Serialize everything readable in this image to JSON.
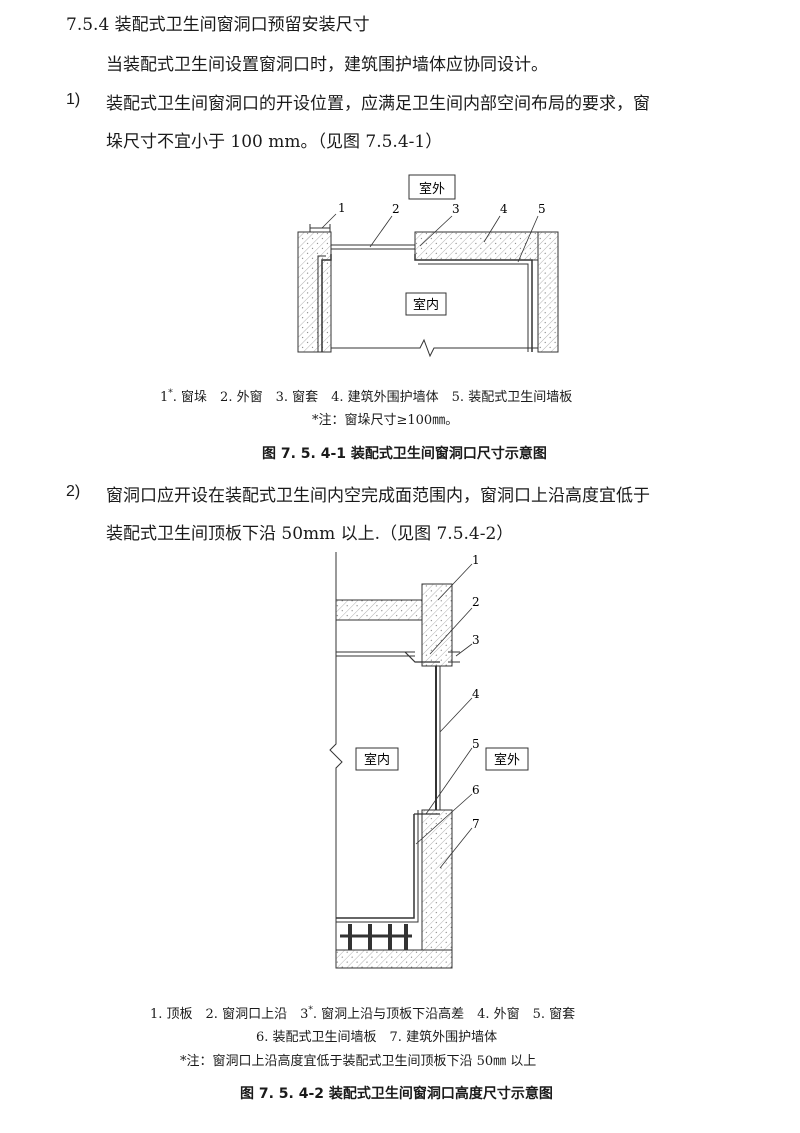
{
  "section": {
    "heading": "7.5.4 装配式卫生间窗洞口预留安装尺寸",
    "intro": "当装配式卫生间设置窗洞口时，建筑围护墙体应协同设计。"
  },
  "item1": {
    "num": "1)",
    "line1": "装配式卫生间窗洞口的开设位置，应满足卫生间内部空间布局的要求，窗",
    "line2": "垛尺寸不宜小于 100 mm。（见图 7.5.4-1）"
  },
  "fig1": {
    "label_outside": "室外",
    "label_inside": "室内",
    "callouts": [
      "1",
      "2",
      "3",
      "4",
      "5"
    ],
    "legend_prefix": "1",
    "legend_star": "*",
    "legend_rest": ". 窗垛　2. 外窗　3. 窗套　4. 建筑外围护墙体　5. 装配式卫生间墙板",
    "note": "*注：窗垛尺寸≥100㎜。",
    "caption": "图 7. 5. 4-1  装配式卫生间窗洞口尺寸示意图"
  },
  "item2": {
    "num": "2)",
    "line1": "窗洞口应开设在装配式卫生间内空完成面范围内，窗洞口上沿高度宜低于",
    "line2": "装配式卫生间顶板下沿 50mm 以上.（见图 7.5.4-2）"
  },
  "fig2": {
    "label_inside": "室内",
    "label_outside": "室外",
    "callouts": [
      "1",
      "2",
      "3",
      "4",
      "5",
      "6",
      "7"
    ],
    "legend1_a": "1. 顶板　2. 窗洞口上沿　3",
    "legend1_star": "*",
    "legend1_b": ". 窗洞上沿与顶板下沿高差　4. 外窗　5. 窗套",
    "legend2": "6. 装配式卫生间墙板　7. 建筑外围护墙体",
    "note": "*注：窗洞口上沿高度宜低于装配式卫生间顶板下沿 50㎜ 以上",
    "caption": "图 7. 5. 4-2  装配式卫生间窗洞口高度尺寸示意图"
  }
}
